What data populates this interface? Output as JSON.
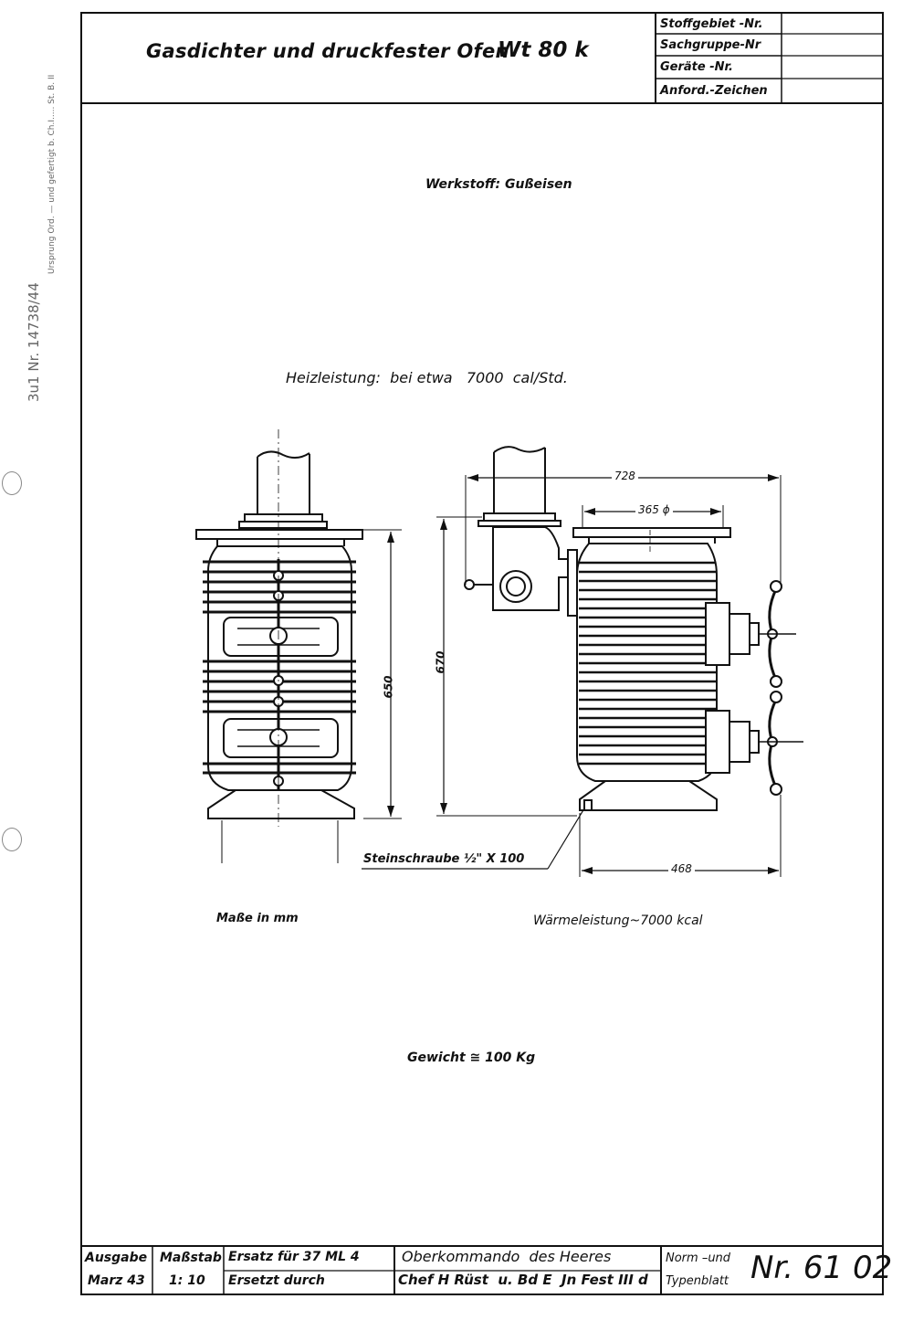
{
  "header": {
    "title": "Gasdichter und druckfester Ofen",
    "model": "Wt 80 k",
    "fields": [
      "Stoffgebiet -Nr.",
      "Sachgruppe-Nr",
      "Geräte -Nr.",
      "Anford.-Zeichen"
    ]
  },
  "body": {
    "material": "Werkstoff: Gußeisen",
    "heating": "Heizleistung:  bei etwa   7000  cal/Std.",
    "units_note": "Maße in mm",
    "heat_output": "Wärmeleistung~7000 kcal",
    "weight": "Gewicht ≅ 100 Kg"
  },
  "dimensions": {
    "left_height": "650",
    "right_height": "670",
    "overall_width": "728",
    "body_diameter": "365 ϕ",
    "base_width": "468",
    "anchor_bolt": "Steinschraube ½\" X 100"
  },
  "footer": {
    "edition_label": "Ausgabe",
    "edition_value": "Marz 43",
    "scale_label": "Maßstab",
    "scale_value": "1: 10",
    "replaces": "Ersatz für 37 ML 4",
    "replaced_by": "Ersetzt durch",
    "authority_line1": "Oberkommando  des Heeres",
    "authority_line2": "Chef H Rüst  u. Bd E  Jn Fest III d",
    "norm_line1": "Norm –und",
    "norm_line2": "Typenblatt",
    "sheet_number": "Nr. 61 02"
  },
  "margin": {
    "stamp1": "3u1 Nr. 14738/44",
    "stamp2": "Ursprung Ord. — und gefertigt b. Ch.I..... St. B. II"
  }
}
